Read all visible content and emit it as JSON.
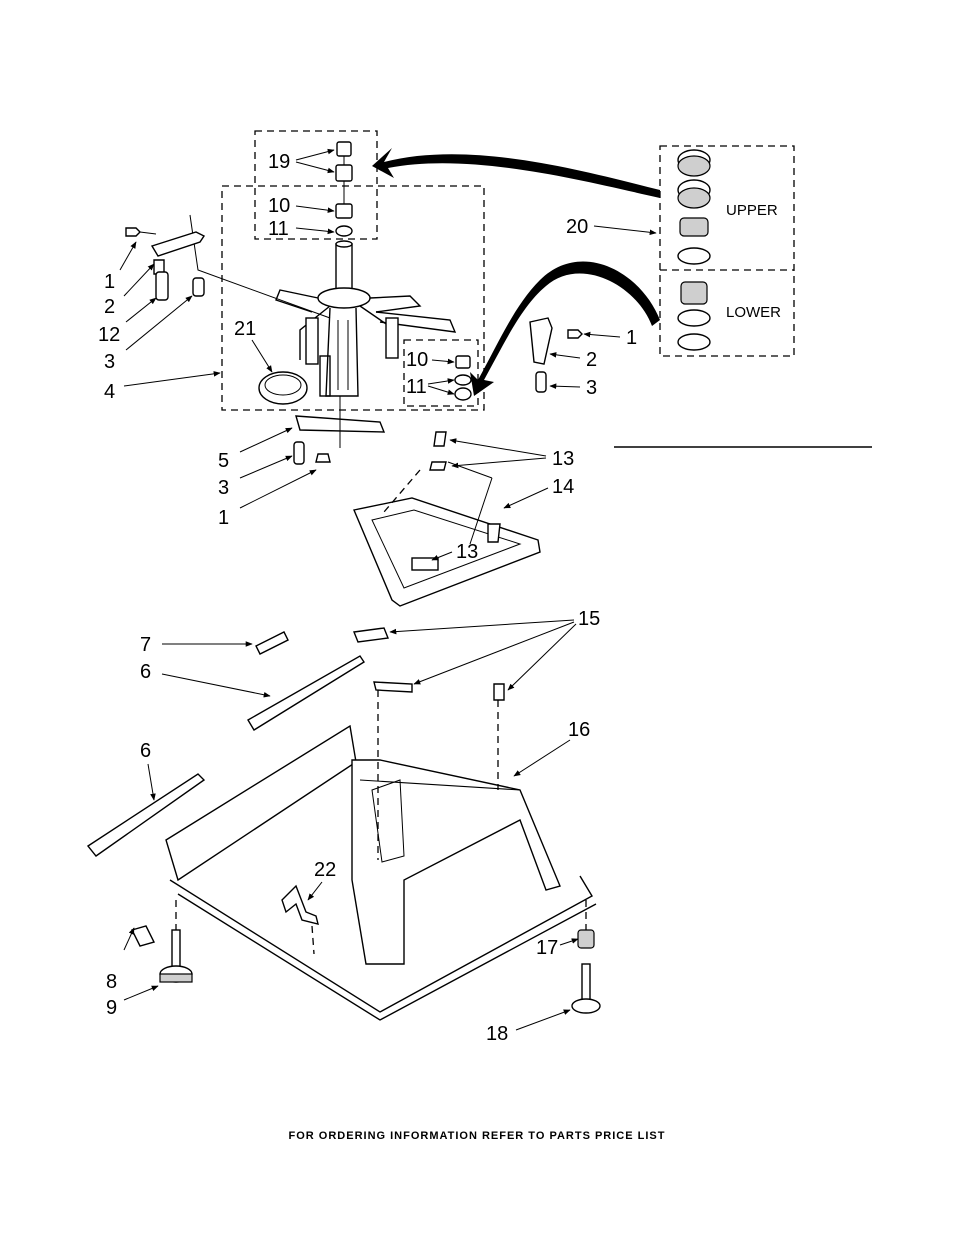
{
  "callouts": [
    {
      "id": "c19",
      "text": "19"
    },
    {
      "id": "c10a",
      "text": "10"
    },
    {
      "id": "c11a",
      "text": "11"
    },
    {
      "id": "c20",
      "text": "20"
    },
    {
      "id": "c1a",
      "text": "1"
    },
    {
      "id": "c2a",
      "text": "2"
    },
    {
      "id": "c12",
      "text": "12"
    },
    {
      "id": "c3a",
      "text": "3"
    },
    {
      "id": "c4",
      "text": "4"
    },
    {
      "id": "c21",
      "text": "21"
    },
    {
      "id": "c10b",
      "text": "10"
    },
    {
      "id": "c11b",
      "text": "11"
    },
    {
      "id": "c1b",
      "text": "1"
    },
    {
      "id": "c2b",
      "text": "2"
    },
    {
      "id": "c3b",
      "text": "3"
    },
    {
      "id": "c5",
      "text": "5"
    },
    {
      "id": "c3c",
      "text": "3"
    },
    {
      "id": "c1c",
      "text": "1"
    },
    {
      "id": "c13a",
      "text": "13"
    },
    {
      "id": "c14",
      "text": "14"
    },
    {
      "id": "c13b",
      "text": "13"
    },
    {
      "id": "c15",
      "text": "15"
    },
    {
      "id": "c7",
      "text": "7"
    },
    {
      "id": "c6a",
      "text": "6"
    },
    {
      "id": "c6b",
      "text": "6"
    },
    {
      "id": "c16",
      "text": "16"
    },
    {
      "id": "c22",
      "text": "22"
    },
    {
      "id": "c17",
      "text": "17"
    },
    {
      "id": "c8",
      "text": "8"
    },
    {
      "id": "c9",
      "text": "9"
    },
    {
      "id": "c18",
      "text": "18"
    }
  ],
  "labels": {
    "upper": "UPPER",
    "lower": "LOWER"
  },
  "footer": "FOR ORDERING INFORMATION REFER TO PARTS PRICE LIST"
}
